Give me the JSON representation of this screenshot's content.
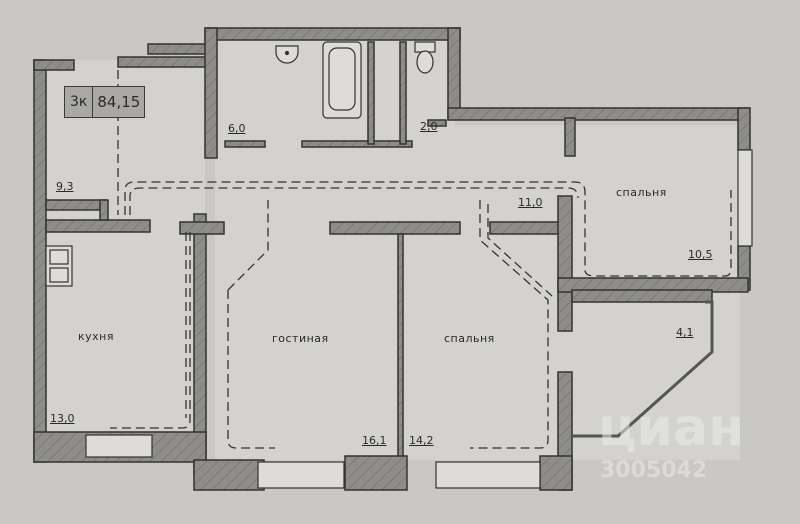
{
  "plan": {
    "badge": {
      "rooms": "3к",
      "total_area": "84,15"
    },
    "rooms": [
      {
        "id": "kitchen",
        "name": "кухня",
        "area": "13,0"
      },
      {
        "id": "living",
        "name": "гостиная",
        "area": "16,1"
      },
      {
        "id": "bedroom-1",
        "name": "спальня",
        "area": "14,2"
      },
      {
        "id": "bedroom-2",
        "name": "спальня",
        "area": "10,5"
      },
      {
        "id": "hall",
        "name": "",
        "area": "11,0"
      },
      {
        "id": "entry",
        "name": "",
        "area": "9,3"
      },
      {
        "id": "bathroom",
        "name": "",
        "area": "6,0"
      },
      {
        "id": "wc",
        "name": "",
        "area": "2,0"
      },
      {
        "id": "balcony",
        "name": "",
        "area": "4,1"
      }
    ]
  },
  "watermark": {
    "brand": "циан",
    "id": "3005042"
  },
  "colors": {
    "background": "#c9c8c4",
    "wall": "#8e8d8a",
    "wall_outline": "#3a3a3a",
    "floor": "#d6d5d1",
    "badge": "#a9a8a4"
  }
}
